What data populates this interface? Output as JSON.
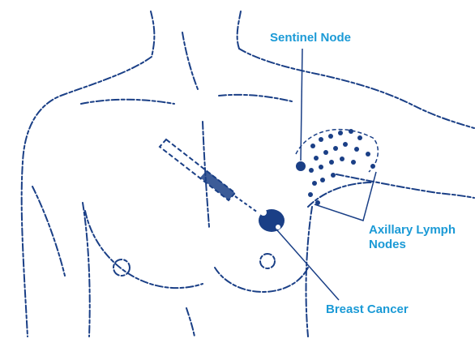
{
  "labels": {
    "sentinel_node": "Sentinel Node",
    "axillary_lymph_nodes_line1": "Axillary Lymph",
    "axillary_lymph_nodes_line2": "Nodes",
    "breast_cancer": "Breast Cancer"
  },
  "colors": {
    "outline": "#1a3f86",
    "label": "#1b9ad6",
    "leader": "#1a3f86",
    "background": "#ffffff"
  },
  "icons": {
    "syringe": "syringe-icon"
  }
}
